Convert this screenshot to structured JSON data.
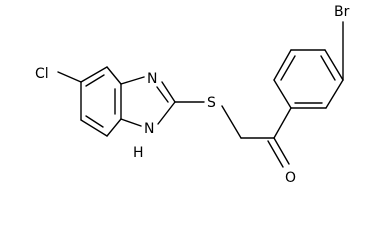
{
  "molecule": {
    "atoms": {
      "cl": "Cl",
      "n_top": "N",
      "n_bottom": "N",
      "h_on_n": "H",
      "s": "S",
      "o": "O",
      "br": "Br"
    }
  }
}
